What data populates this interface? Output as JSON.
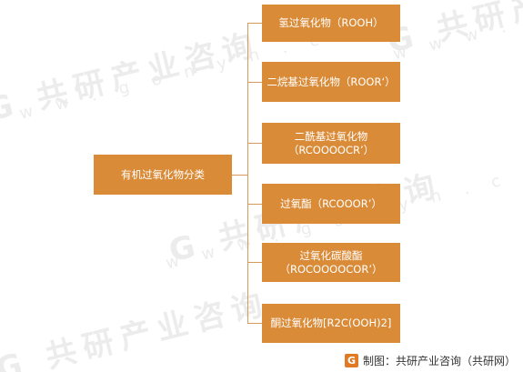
{
  "diagram": {
    "root": "有机过氧化物分类",
    "children": [
      {
        "line1": "氢过氧化物（ROOH）",
        "line2": ""
      },
      {
        "line1": "二烷基过氧化物（ROOR‘）",
        "line2": ""
      },
      {
        "line1": "二酰基过氧化物",
        "line2": "（RCOOOOCR’）"
      },
      {
        "line1": "过氧酯（RCOOOR’）",
        "line2": ""
      },
      {
        "line1": "过氧化碳酸酯",
        "line2": "（ROCOOOOCOR’）"
      },
      {
        "line1": "酮过氧化物[R2C(OOH)2]",
        "line2": ""
      }
    ]
  },
  "footer": {
    "logo_text": "G",
    "credit": "制图：共研产业咨询（共研网）"
  },
  "watermark": {
    "brand": "G 共研产业咨询",
    "url": "w w w . g o n y n . c o m"
  },
  "colors": {
    "node_fill": "#da8b38",
    "connector": "#d49a5c",
    "watermark": "#ececec"
  }
}
